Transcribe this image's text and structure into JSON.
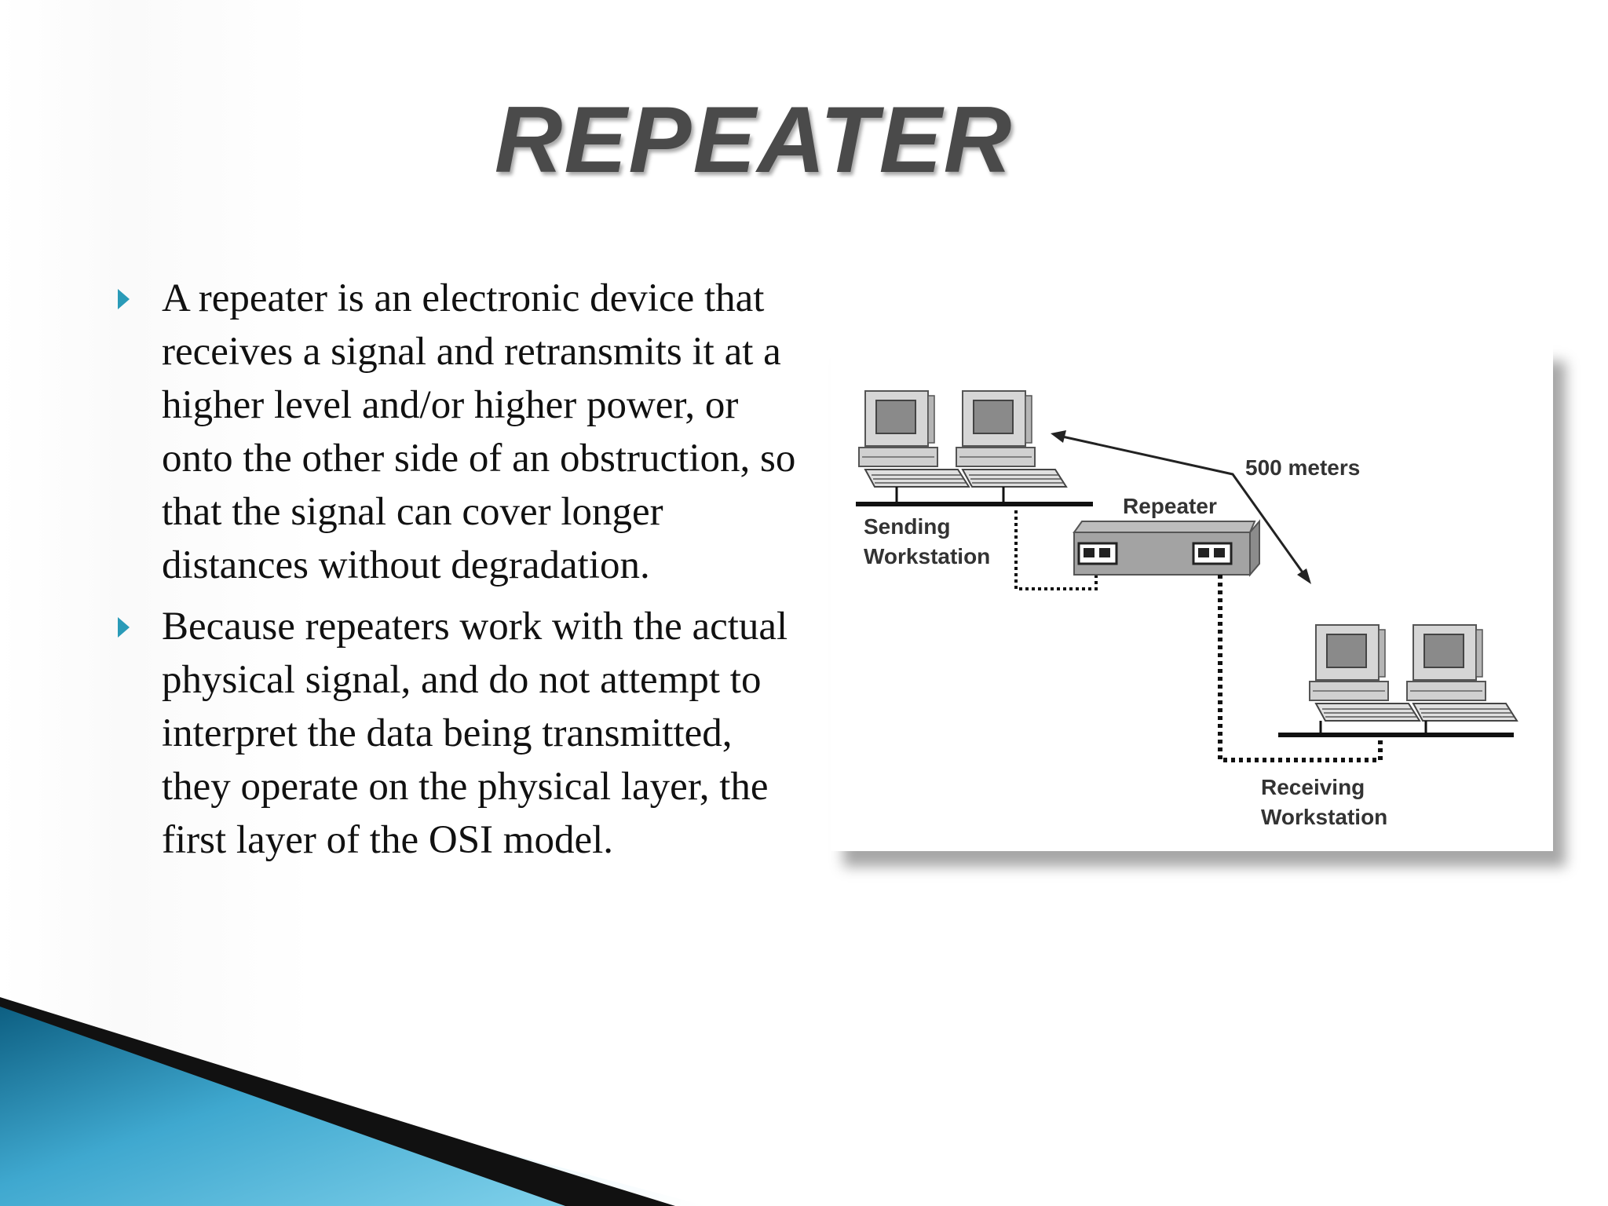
{
  "slide": {
    "title": "REPEATER",
    "bullets": [
      "A repeater is an electronic device that receives a signal and retransmits it at a higher level and/or higher power, or onto the other side of an obstruction, so that the signal can cover longer distances without degradation.",
      "Because repeaters work with the actual physical signal, and do not attempt to interpret the data being transmitted, they operate on the physical layer, the first layer of the OSI model."
    ]
  },
  "diagram": {
    "distance_label": "500 meters",
    "repeater_label": "Repeater",
    "sending_label_1": "Sending",
    "sending_label_2": "Workstation",
    "receiving_label_1": "Receiving",
    "receiving_label_2": "Workstation"
  },
  "colors": {
    "accent": "#2a9bb8",
    "title": "#4a4a4a"
  }
}
